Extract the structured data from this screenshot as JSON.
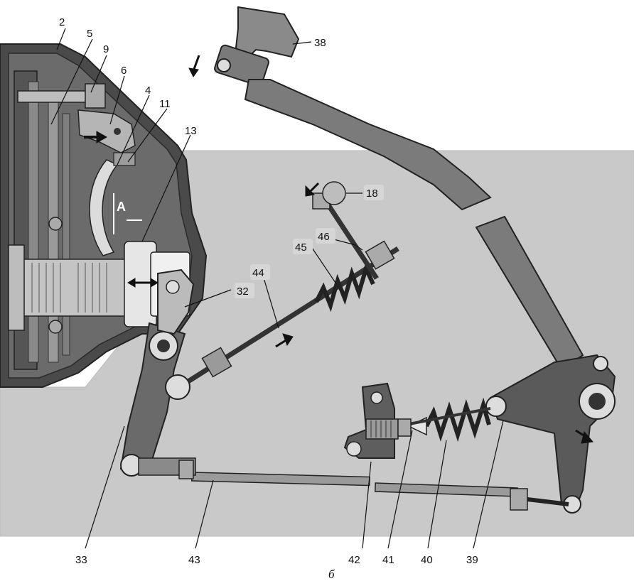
{
  "diagram": {
    "labels": {
      "l2": "2",
      "l5": "5",
      "l9": "9",
      "l6": "6",
      "l4": "4",
      "l11": "11",
      "l13": "13",
      "l38": "38",
      "l18": "18",
      "l46": "46",
      "l45": "45",
      "l44": "44",
      "l32": "32",
      "lA": "A",
      "l33": "33",
      "l43": "43",
      "l42": "42",
      "l41": "41",
      "l40": "40",
      "l39": "39"
    },
    "caption": "б",
    "colors": {
      "background": "#ffffff",
      "panel": "#c9c9c9",
      "housing": "#4a4a4a",
      "housing_inner": "#6b6b6b",
      "part_dark": "#3a3a3a",
      "part_mid": "#7a7a7a",
      "part_light": "#d8d8d8",
      "label_badge": "#d6d6d6"
    }
  }
}
